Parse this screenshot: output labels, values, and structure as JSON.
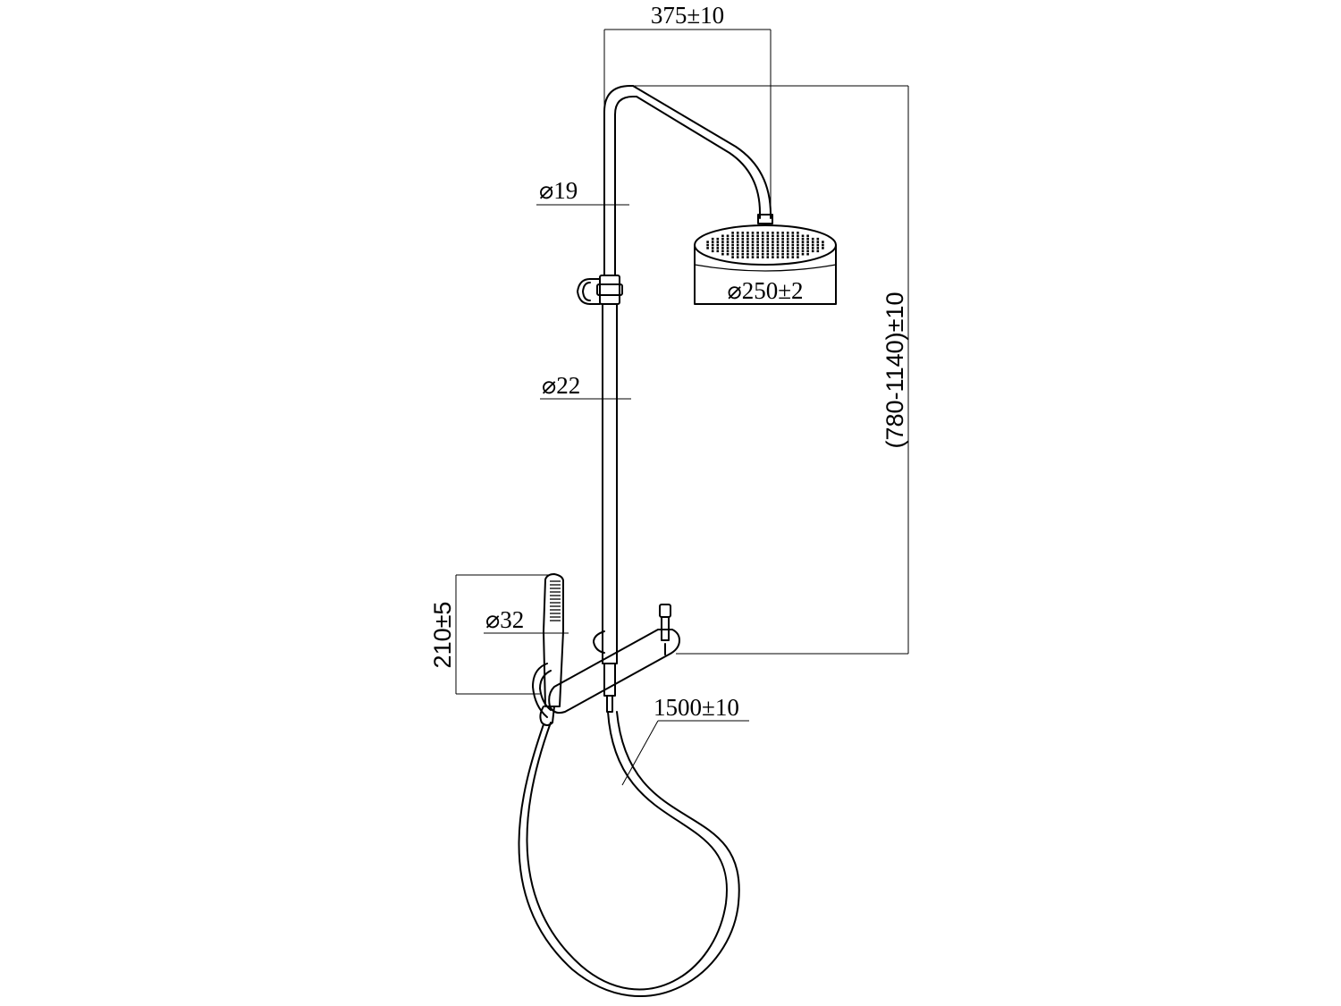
{
  "dimensions": {
    "arm_reach": "375±10",
    "upper_pipe_diameter": "⌀19",
    "lower_pipe_diameter": "⌀22",
    "head_diameter": "⌀250±2",
    "total_height": "(780-1140)±10",
    "hand_shower_length": "210±5",
    "hand_shower_diameter": "⌀32",
    "hose_length": "1500±10"
  },
  "colors": {
    "line": "#000000",
    "background": "#ffffff"
  }
}
